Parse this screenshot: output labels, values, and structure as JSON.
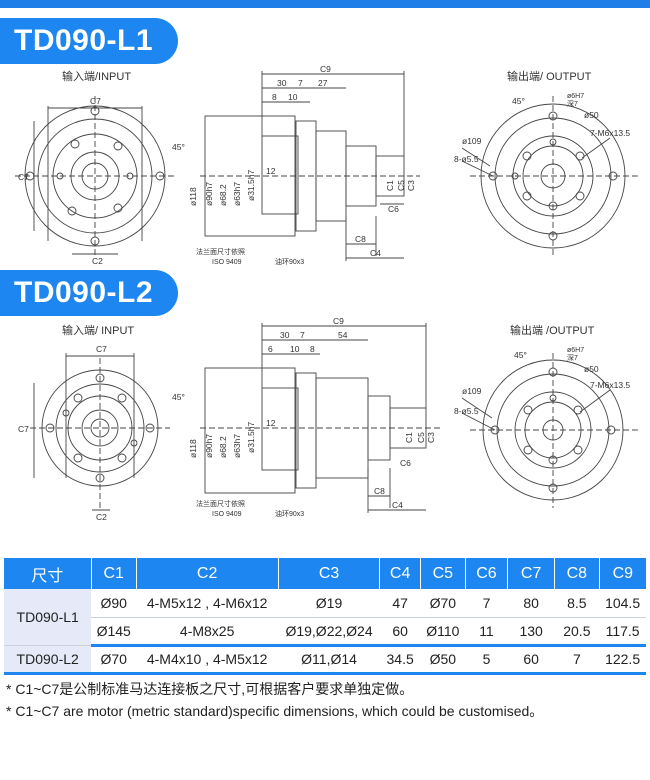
{
  "sections": [
    {
      "title": "TD090-L1",
      "input_label": "输入端/INPUT",
      "output_label": "输出端/ OUTPUT",
      "side_labels": {
        "c9": "C9",
        "d30": "30",
        "d7": "7",
        "d27": "27",
        "d8": "8",
        "d10": "10",
        "c7": "C7",
        "c2": "C2",
        "d45": "45°",
        "d118": "ø118",
        "d90": "ø90h7",
        "d68": "ø68.2",
        "d63": "ø63h7",
        "d31": "ø31.5h7",
        "d12": "12",
        "c1": "C1",
        "c5": "C5",
        "c3": "C3",
        "c6": "C6",
        "c8": "C8",
        "c4": "C4",
        "flange": "法兰面尺寸依照",
        "iso": "ISO 9409",
        "oil": "油环90x3",
        "o45": "45°",
        "o6h7": "ø6H7",
        "deep7": "深7",
        "o50": "ø50",
        "o109": "ø109",
        "o85": "8-ø5.5",
        "m6": "7-M6x13.5"
      }
    },
    {
      "title": "TD090-L2",
      "input_label": "输入端/ INPUT",
      "output_label": "输出端 /OUTPUT",
      "side_labels": {
        "c9": "C9",
        "d30": "30",
        "d7": "7",
        "d54": "54",
        "d6": "6",
        "d10": "10",
        "d8": "8",
        "c7": "C7",
        "c2": "C2",
        "d45": "45°",
        "d118": "ø118",
        "d90": "ø90h7",
        "d68": "ø68.2",
        "d63": "ø63h7",
        "d31": "ø31.5h7",
        "d12": "12",
        "c1": "C1",
        "c5": "C5",
        "c3": "C3",
        "c6": "C6",
        "c8": "C8",
        "c4": "C4",
        "flange": "法兰面尺寸依照",
        "iso": "ISO 9409",
        "oil": "油环90x3",
        "o45": "45°",
        "o6h7": "ø6H7",
        "deep7": "深7",
        "o50": "ø50",
        "o109": "ø109",
        "o85": "8-ø5.5",
        "m6": "7-M6x13.5"
      }
    }
  ],
  "table": {
    "headers": [
      "尺寸",
      "C1",
      "C2",
      "C3",
      "C4",
      "C5",
      "C6",
      "C7",
      "C8",
      "C9"
    ],
    "rows": [
      {
        "model": "TD090-L1",
        "cells": [
          "Ø90",
          "4-M5x12 , 4-M6x12",
          "Ø19",
          "47",
          "Ø70",
          "7",
          "80",
          "8.5",
          "104.5"
        ]
      },
      {
        "model": "",
        "cells": [
          "Ø145",
          "4-M8x25",
          "Ø19,Ø22,Ø24",
          "60",
          "Ø110",
          "11",
          "130",
          "20.5",
          "117.5"
        ]
      },
      {
        "model": "TD090-L2",
        "cells": [
          "Ø70",
          "4-M4x10 , 4-M5x12",
          "Ø11,Ø14",
          "34.5",
          "Ø50",
          "5",
          "60",
          "7",
          "122.5"
        ]
      }
    ]
  },
  "notes": [
    "* C1~C7是公制标准马达连接板之尺寸,可根据客户要求单独定做。",
    "* C1~C7 are motor (metric standard)specific dimensions, which could be customised。"
  ]
}
